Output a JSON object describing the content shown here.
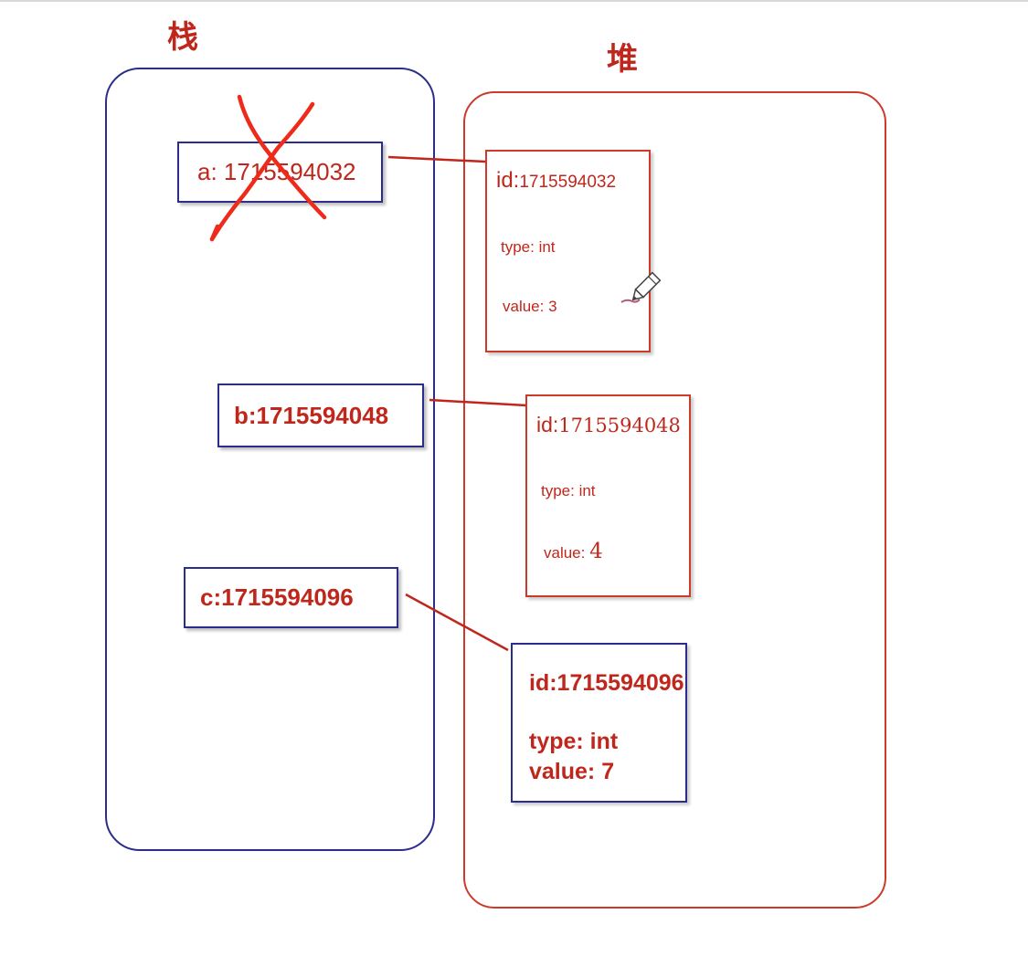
{
  "stack": {
    "title": "栈",
    "vars": [
      {
        "label": "a: 1715594032",
        "crossed_out": true
      },
      {
        "label": "b:1715594048"
      },
      {
        "label": "c:1715594096"
      }
    ]
  },
  "heap": {
    "title": "堆",
    "objects": [
      {
        "id_prefix": "id:",
        "id_value": "1715594032",
        "type": "type: int",
        "value_prefix": "value: ",
        "value": "3"
      },
      {
        "id_prefix": "id:",
        "id_value": "1715594048",
        "type": "type: int",
        "value_prefix": "value: ",
        "value": "4"
      },
      {
        "id_text": "id:1715594096",
        "type": "type: int",
        "value_text": "value: 7"
      }
    ]
  },
  "colors": {
    "stack_border": "#2a2d8c",
    "heap_border": "#cc3a2c",
    "text": "#c0271c",
    "cross_mark": "#ee2a1a"
  }
}
